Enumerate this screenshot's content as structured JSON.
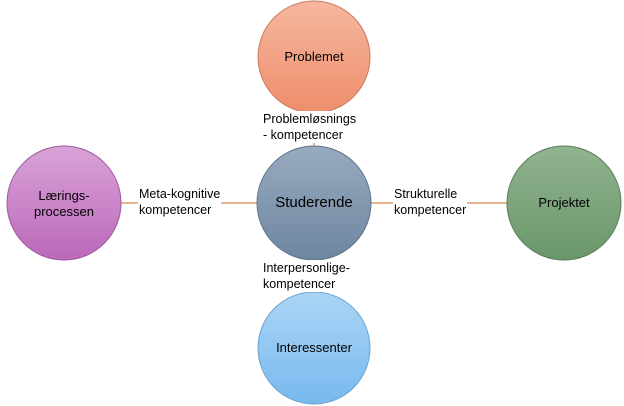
{
  "center": {
    "label": "Studerende",
    "color": "#8096AE"
  },
  "nodes": {
    "top": {
      "label": "Problemet",
      "color": "#F0A080"
    },
    "left": {
      "label": "Lærings-\nprocessen",
      "color": "#C882C6"
    },
    "right": {
      "label": "Projektet",
      "color": "#7BA27A"
    },
    "bottom": {
      "label": "Interessenter",
      "color": "#8EC6F2"
    }
  },
  "edges": {
    "top": {
      "label": "Problemløsnings\n- kompetencer"
    },
    "left": {
      "label": "Meta-kognitive\nkompetencer"
    },
    "right": {
      "label": "Strukturelle\nkompetencer"
    },
    "bottom": {
      "label": "Interpersonlige-\nkompetencer"
    }
  },
  "connector_color": "#E39A6C"
}
